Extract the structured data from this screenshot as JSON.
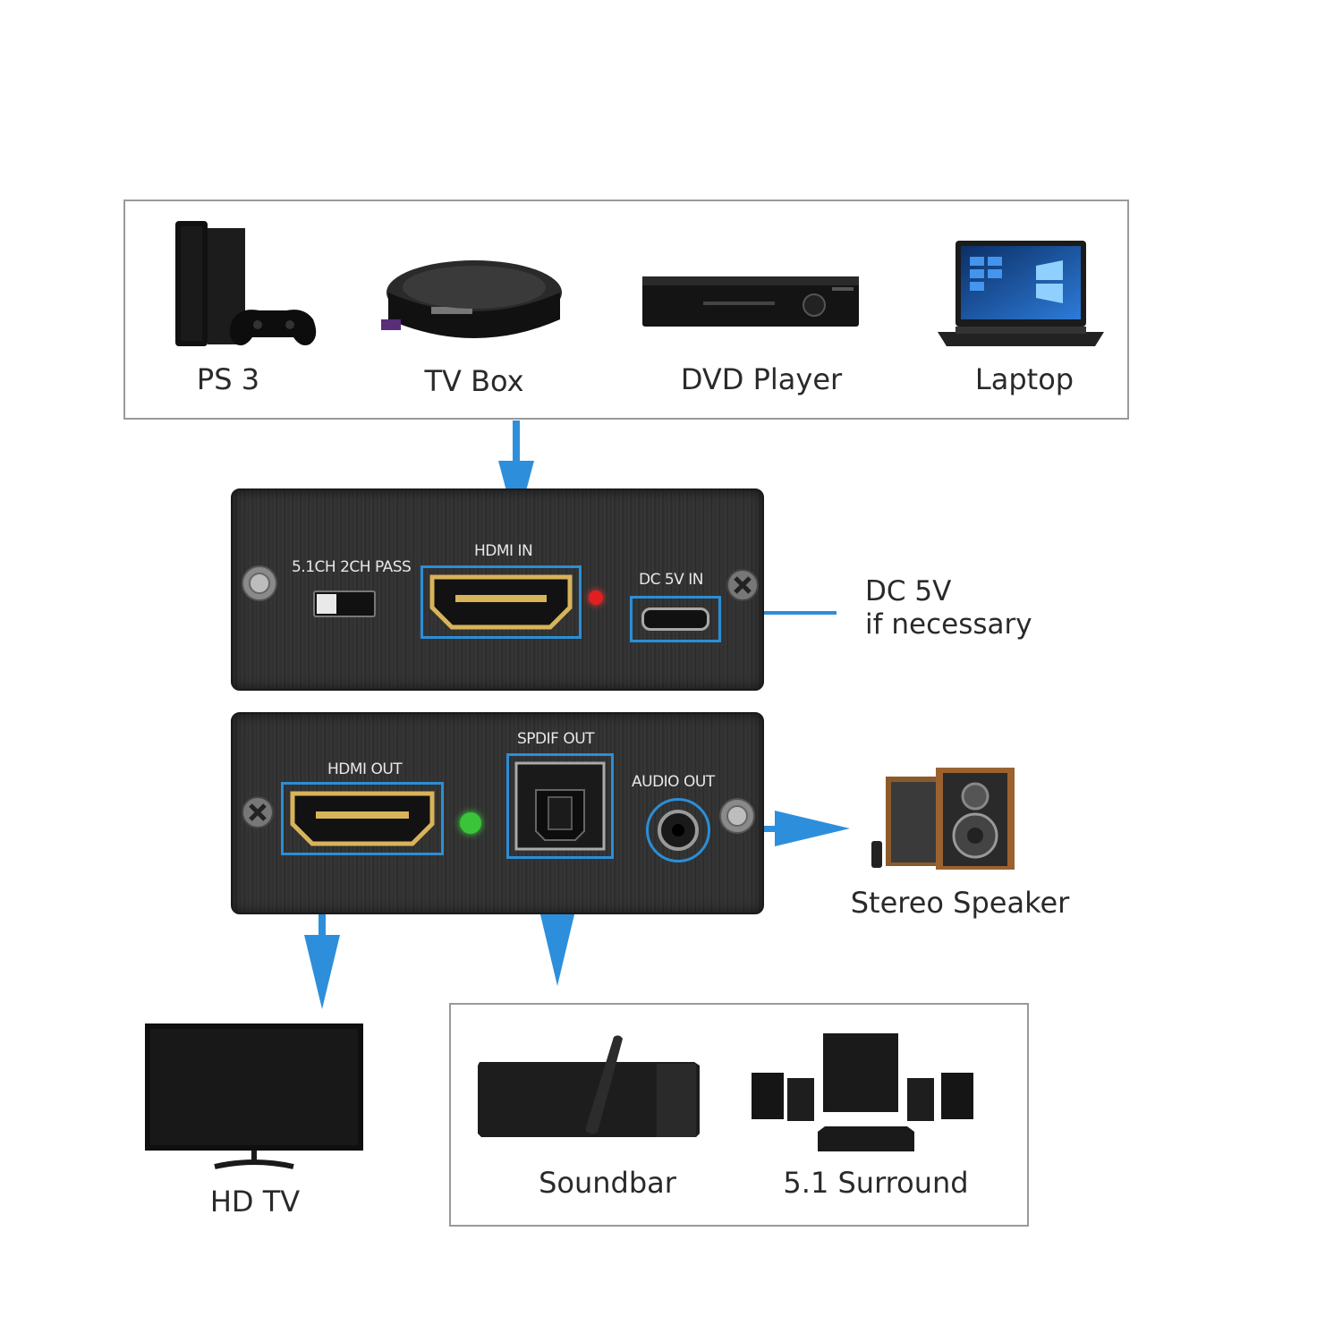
{
  "sources": [
    {
      "label": "PS 3",
      "icon": "ps3-console-icon"
    },
    {
      "label": "TV Box",
      "icon": "tv-box-icon"
    },
    {
      "label": "DVD Player",
      "icon": "dvd-player-icon"
    },
    {
      "label": "Laptop",
      "icon": "laptop-icon"
    }
  ],
  "panel_in": {
    "switch_label": "5.1CH  2CH PASS",
    "hdmi_in_label": "HDMI IN",
    "dc_label": "DC 5V IN"
  },
  "panel_out": {
    "hdmi_out_label": "HDMI OUT",
    "spdif_label": "SPDIF OUT",
    "audio_label": "AUDIO OUT"
  },
  "dc_note": {
    "line1": "DC 5V",
    "line2": "if necessary"
  },
  "outputs": {
    "stereo": "Stereo Speaker",
    "hdtv": "HD TV",
    "soundbar": "Soundbar",
    "surround": "5.1 Surround"
  },
  "colors": {
    "arrow": "#2d8fdb",
    "highlight": "#2b8ed6",
    "led_red": "#e02020",
    "led_green": "#39c43a"
  }
}
